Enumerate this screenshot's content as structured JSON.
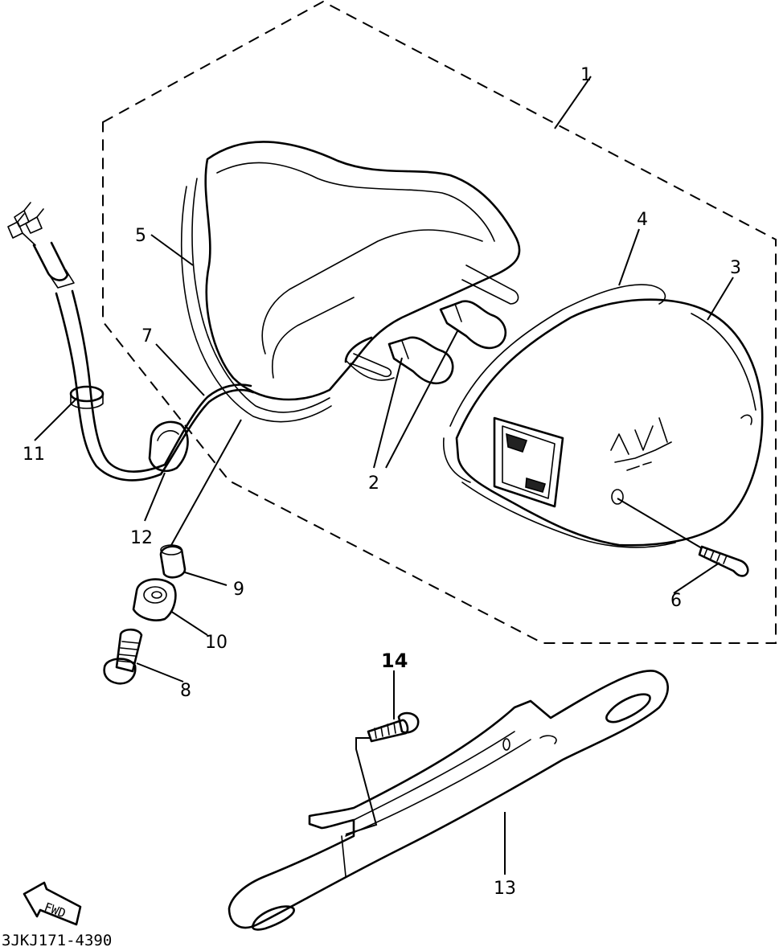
{
  "title": "",
  "diagram_code": "3JKJ171-4390",
  "direction_arrow": {
    "label": "FWD",
    "icon": "forward-arrow-icon"
  },
  "callouts": [
    {
      "id": "1",
      "part": "tail-light-assembly"
    },
    {
      "id": "2",
      "part": "bulbs"
    },
    {
      "id": "3",
      "part": "lens"
    },
    {
      "id": "4",
      "part": "lens-gasket"
    },
    {
      "id": "5",
      "part": "housing-gasket"
    },
    {
      "id": "6",
      "part": "lens-screw"
    },
    {
      "id": "7",
      "part": "cord-grommet"
    },
    {
      "id": "8",
      "part": "mounting-bolt"
    },
    {
      "id": "9",
      "part": "collar"
    },
    {
      "id": "10",
      "part": "damper"
    },
    {
      "id": "11",
      "part": "cord-clamp"
    },
    {
      "id": "12",
      "part": "cord-band"
    },
    {
      "id": "13",
      "part": "license-plate-bracket"
    },
    {
      "id": "14",
      "part": "bracket-screw"
    }
  ]
}
